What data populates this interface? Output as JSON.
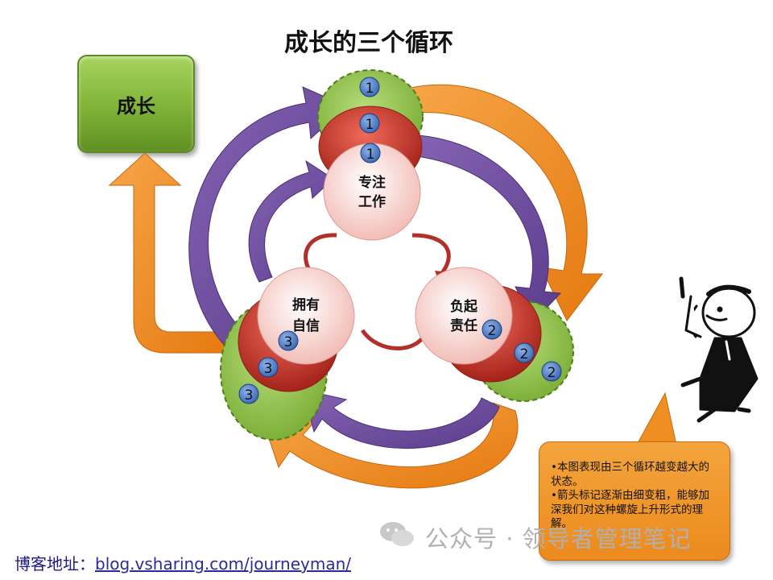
{
  "title": "成长的三个循环",
  "growth_box": {
    "label": "成长"
  },
  "nodes": {
    "top": {
      "line1": "专注",
      "line2": "工作",
      "badge": "1"
    },
    "right": {
      "line1": "负起",
      "line2": "责任",
      "badge": "2"
    },
    "left": {
      "line1": "拥有",
      "line2": "自信",
      "badge": "3"
    }
  },
  "callout": {
    "line1": "•本图表现由三个循环越变越大的状态。",
    "line2": "•箭头标记逐渐由细变粗，能够加深我们对这种螺旋上升形式的理解。"
  },
  "footer": {
    "prefix": "博客地址：",
    "url": "blog.vsharing.com/journeyman/"
  },
  "watermark": {
    "text": "公众号 · 领导者管理笔记"
  },
  "colors": {
    "green": "#8cc04a",
    "red": "#c0392b",
    "pink": "#f8d5d2",
    "purple": "#6e4a9c",
    "orange": "#ef8a1e",
    "badge": "#3a6fc0"
  }
}
